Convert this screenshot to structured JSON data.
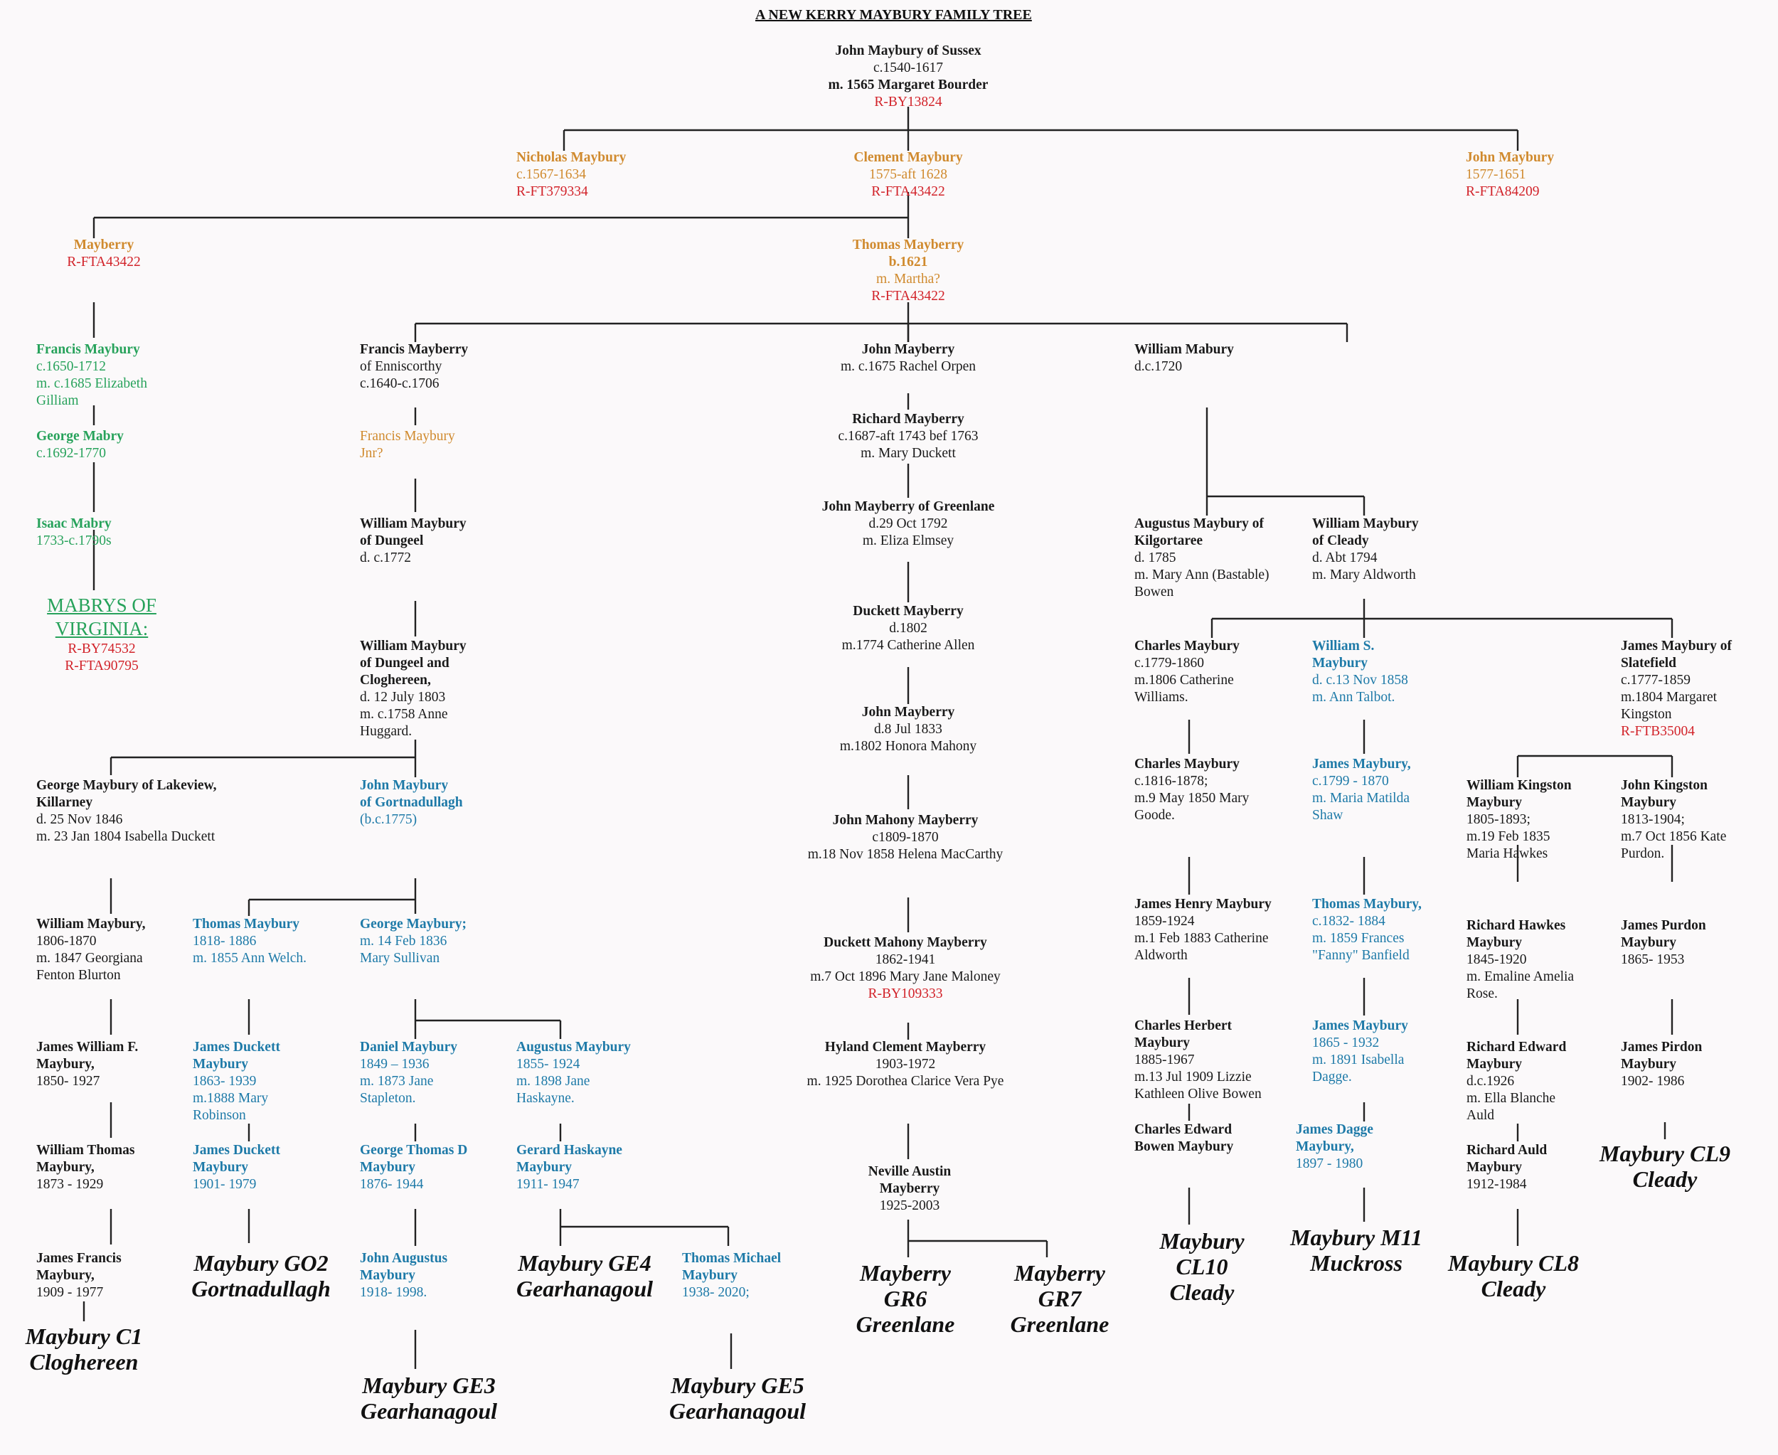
{
  "title": "A NEW KERRY MAYBURY FAMILY TREE",
  "colors": {
    "black": "#1a1a1a",
    "orange": "#d08a2e",
    "green": "#27a25b",
    "blue": "#1e7aa8",
    "red": "#d2232a"
  },
  "nodes": [
    {
      "id": "root",
      "lines": [
        "John Maybury of Sussex",
        "c.1540-1617",
        "m. 1565 Margaret Bourder",
        "R-BY13824"
      ]
    },
    {
      "id": "nicholas",
      "lines": [
        "Nicholas Maybury",
        "c.1567-1634",
        "R-FT379334"
      ]
    },
    {
      "id": "clement",
      "lines": [
        "Clement Maybury",
        "1575-aft 1628",
        "R-FTA43422"
      ]
    },
    {
      "id": "john1577",
      "lines": [
        "John Maybury",
        "1577-1651",
        "R-FTA84209"
      ]
    },
    {
      "id": "mayberry",
      "lines": [
        "Mayberry",
        "R-FTA43422"
      ]
    },
    {
      "id": "thomas1621",
      "lines": [
        "Thomas Mayberry",
        "b.1621",
        "m. Martha?",
        "R-FTA43422"
      ]
    },
    {
      "id": "francis1650",
      "lines": [
        "Francis Maybury",
        "c.1650-1712",
        "m. c.1685 Elizabeth",
        "Gilliam"
      ]
    },
    {
      "id": "george1692",
      "lines": [
        "George Mabry",
        "c.1692-1770"
      ]
    },
    {
      "id": "isaac",
      "lines": [
        "Isaac Mabry",
        "1733-c.1790s"
      ]
    },
    {
      "id": "virginia",
      "lines": [
        "MABRYS OF",
        "VIRGINIA:",
        "R-BY74532",
        "R-FTA90795"
      ]
    },
    {
      "id": "francisenn",
      "lines": [
        "Francis Mayberry",
        "of Enniscorthy",
        "c.1640-c.1706"
      ]
    },
    {
      "id": "francisjnr",
      "lines": [
        "Francis Maybury",
        "Jnr?"
      ]
    },
    {
      "id": "williamdungeel",
      "lines": [
        "William Maybury",
        "of Dungeel",
        "d. c.1772"
      ]
    },
    {
      "id": "williamdc",
      "lines": [
        "William Maybury",
        "of Dungeel and",
        "Cloghereen,",
        "d. 12 July 1803",
        "m. c.1758 Anne",
        "Huggard."
      ]
    },
    {
      "id": "georgelake",
      "lines": [
        "George Maybury of Lakeview,",
        "Killarney",
        "d. 25 Nov 1846",
        "m. 23 Jan 1804 Isabella Duckett"
      ]
    },
    {
      "id": "johngort",
      "lines": [
        "John Maybury",
        "of Gortnadullagh",
        "(b.c.1775)"
      ]
    },
    {
      "id": "william1806",
      "lines": [
        "William Maybury,",
        "1806-1870",
        "m. 1847 Georgiana",
        "Fenton Blurton"
      ]
    },
    {
      "id": "jameswf",
      "lines": [
        "James William F.",
        "Maybury,",
        "1850- 1927"
      ]
    },
    {
      "id": "williamthomas",
      "lines": [
        "William Thomas",
        "Maybury,",
        "1873 - 1929"
      ]
    },
    {
      "id": "jamesfrancis",
      "lines": [
        "James Francis",
        "Maybury,",
        "1909 - 1977"
      ]
    },
    {
      "id": "thomas1818",
      "lines": [
        "Thomas Maybury",
        "1818- 1886",
        "m. 1855  Ann Welch."
      ]
    },
    {
      "id": "jamesduckett1863",
      "lines": [
        "James Duckett",
        "Maybury",
        "1863- 1939",
        "m.1888  Mary",
        "Robinson"
      ]
    },
    {
      "id": "jamesduckett1901",
      "lines": [
        "James Duckett",
        "Maybury",
        "1901- 1979"
      ]
    },
    {
      "id": "george1836",
      "lines": [
        "George Maybury;",
        "m. 14 Feb 1836",
        "Mary Sullivan"
      ]
    },
    {
      "id": "daniel",
      "lines": [
        "Daniel Maybury",
        "1849 – 1936",
        "m. 1873 Jane",
        "Stapleton."
      ]
    },
    {
      "id": "augustus1855",
      "lines": [
        "Augustus Maybury",
        "1855- 1924",
        "m. 1898 Jane",
        "Haskayne."
      ]
    },
    {
      "id": "georgethomasd",
      "lines": [
        "George Thomas D",
        "Maybury",
        "1876- 1944"
      ]
    },
    {
      "id": "gerard",
      "lines": [
        "Gerard Haskayne",
        "Maybury",
        "1911- 1947"
      ]
    },
    {
      "id": "johnaugustus",
      "lines": [
        "John Augustus",
        "Maybury",
        "1918- 1998."
      ]
    },
    {
      "id": "thomasmichael",
      "lines": [
        "Thomas Michael",
        "Maybury",
        "1938- 2020;"
      ]
    },
    {
      "id": "john1675",
      "lines": [
        "John Mayberry",
        "m. c.1675 Rachel Orpen"
      ]
    },
    {
      "id": "richard",
      "lines": [
        "Richard Mayberry",
        "c.1687-aft 1743 bef 1763",
        "m. Mary Duckett"
      ]
    },
    {
      "id": "johngreen",
      "lines": [
        "John Mayberry of Greenlane",
        "d.29 Oct 1792",
        "m. Eliza Elmsey"
      ]
    },
    {
      "id": "duckett1802",
      "lines": [
        "Duckett Mayberry",
        "d.1802",
        "m.1774 Catherine Allen"
      ]
    },
    {
      "id": "john1833",
      "lines": [
        "John Mayberry",
        "d.8 Jul 1833",
        "m.1802 Honora Mahony"
      ]
    },
    {
      "id": "johnmahony",
      "lines": [
        "John Mahony Mayberry",
        "c1809-1870",
        "m.18 Nov 1858 Helena MacCarthy"
      ]
    },
    {
      "id": "duckettmahony",
      "lines": [
        "Duckett Mahony Mayberry",
        "1862-1941",
        "m.7 Oct 1896 Mary Jane Maloney",
        "R-BY109333"
      ]
    },
    {
      "id": "hyland",
      "lines": [
        "Hyland Clement Mayberry",
        "1903-1972",
        "m. 1925 Dorothea Clarice Vera Pye"
      ]
    },
    {
      "id": "neville",
      "lines": [
        "Neville Austin",
        "Mayberry",
        "1925-2003"
      ]
    },
    {
      "id": "williammabury",
      "lines": [
        "William Mabury",
        "d.c.1720"
      ]
    },
    {
      "id": "augustuskil",
      "lines": [
        "Augustus Maybury of",
        "Kilgortaree",
        "d. 1785",
        "m. Mary Ann (Bastable)",
        "Bowen"
      ]
    },
    {
      "id": "williamcleady",
      "lines": [
        "William Maybury",
        "of Cleady",
        "d. Abt 1794",
        "m. Mary Aldworth"
      ]
    },
    {
      "id": "charles1779",
      "lines": [
        "Charles Maybury",
        "c.1779-1860",
        "m.1806 Catherine",
        "Williams."
      ]
    },
    {
      "id": "charles1816",
      "lines": [
        "Charles Maybury",
        "c.1816-1878;",
        "m.9 May 1850 Mary",
        "Goode."
      ]
    },
    {
      "id": "jameshenry",
      "lines": [
        "James Henry Maybury",
        "1859-1924",
        "m.1 Feb 1883 Catherine",
        "Aldworth"
      ]
    },
    {
      "id": "charlesherbert",
      "lines": [
        "Charles Herbert",
        "Maybury",
        "1885-1967",
        "m.13 Jul 1909 Lizzie",
        "Kathleen Olive Bowen"
      ]
    },
    {
      "id": "charlesedward",
      "lines": [
        "Charles Edward",
        "Bowen Maybury"
      ]
    },
    {
      "id": "williams",
      "lines": [
        "William S.",
        "Maybury",
        "d. c.13 Nov 1858",
        "m. Ann Talbot."
      ]
    },
    {
      "id": "james1799",
      "lines": [
        "James Maybury,",
        "c.1799 - 1870",
        "m. Maria Matilda",
        "Shaw"
      ]
    },
    {
      "id": "thomas1832",
      "lines": [
        "Thomas Maybury,",
        "c.1832- 1884",
        "m. 1859 Frances",
        "\"Fanny\" Banfield"
      ]
    },
    {
      "id": "james1865",
      "lines": [
        "James Maybury",
        "1865 - 1932",
        "m. 1891 Isabella",
        "Dagge."
      ]
    },
    {
      "id": "jamesdagge",
      "lines": [
        "James Dagge",
        "Maybury,",
        "1897 - 1980"
      ]
    },
    {
      "id": "jamesslate",
      "lines": [
        "James Maybury of",
        "Slatefield",
        "c.1777-1859",
        "m.1804 Margaret",
        "Kingston",
        "R-FTB35004"
      ]
    },
    {
      "id": "williamkingston",
      "lines": [
        "William Kingston",
        "Maybury",
        "1805-1893;",
        "m.19 Feb 1835",
        "Maria Hawkes"
      ]
    },
    {
      "id": "johnkingston",
      "lines": [
        "John Kingston",
        "Maybury",
        "1813-1904;",
        "m.7 Oct 1856 Kate",
        "Purdon."
      ]
    },
    {
      "id": "richardhawkes",
      "lines": [
        "Richard Hawkes",
        "Maybury",
        "1845-1920",
        "m.  Emaline Amelia",
        "Rose."
      ]
    },
    {
      "id": "jamespurdon",
      "lines": [
        "James Purdon",
        "Maybury",
        "1865- 1953"
      ]
    },
    {
      "id": "richardedward",
      "lines": [
        "Richard Edward",
        "Maybury",
        "d.c.1926",
        "m. Ella Blanche",
        "Auld"
      ]
    },
    {
      "id": "jamespirdon",
      "lines": [
        "James Pirdon",
        "Maybury",
        "1902- 1986"
      ]
    },
    {
      "id": "richardauld",
      "lines": [
        "Richard Auld",
        "Maybury",
        "1912-1984"
      ]
    }
  ],
  "labels": [
    {
      "id": "c1",
      "lines": [
        "Maybury C1",
        "Cloghereen"
      ]
    },
    {
      "id": "go2",
      "lines": [
        "Maybury GO2",
        "Gortnadullagh"
      ]
    },
    {
      "id": "ge3",
      "lines": [
        "Maybury GE3",
        "Gearhanagoul"
      ]
    },
    {
      "id": "ge4",
      "lines": [
        "Maybury GE4",
        "Gearhanagoul"
      ]
    },
    {
      "id": "ge5",
      "lines": [
        "Maybury GE5",
        "Gearhanagoul"
      ]
    },
    {
      "id": "gr6",
      "lines": [
        "Mayberry",
        "GR6",
        "Greenlane"
      ]
    },
    {
      "id": "gr7",
      "lines": [
        "Mayberry",
        "GR7",
        "Greenlane"
      ]
    },
    {
      "id": "cl10",
      "lines": [
        "Maybury",
        "CL10",
        "Cleady"
      ]
    },
    {
      "id": "m11",
      "lines": [
        "Maybury M11",
        "Muckross"
      ]
    },
    {
      "id": "cl8",
      "lines": [
        "Maybury CL8",
        "Cleady"
      ]
    },
    {
      "id": "cl9",
      "lines": [
        "Maybury CL9",
        "Cleady"
      ]
    }
  ]
}
